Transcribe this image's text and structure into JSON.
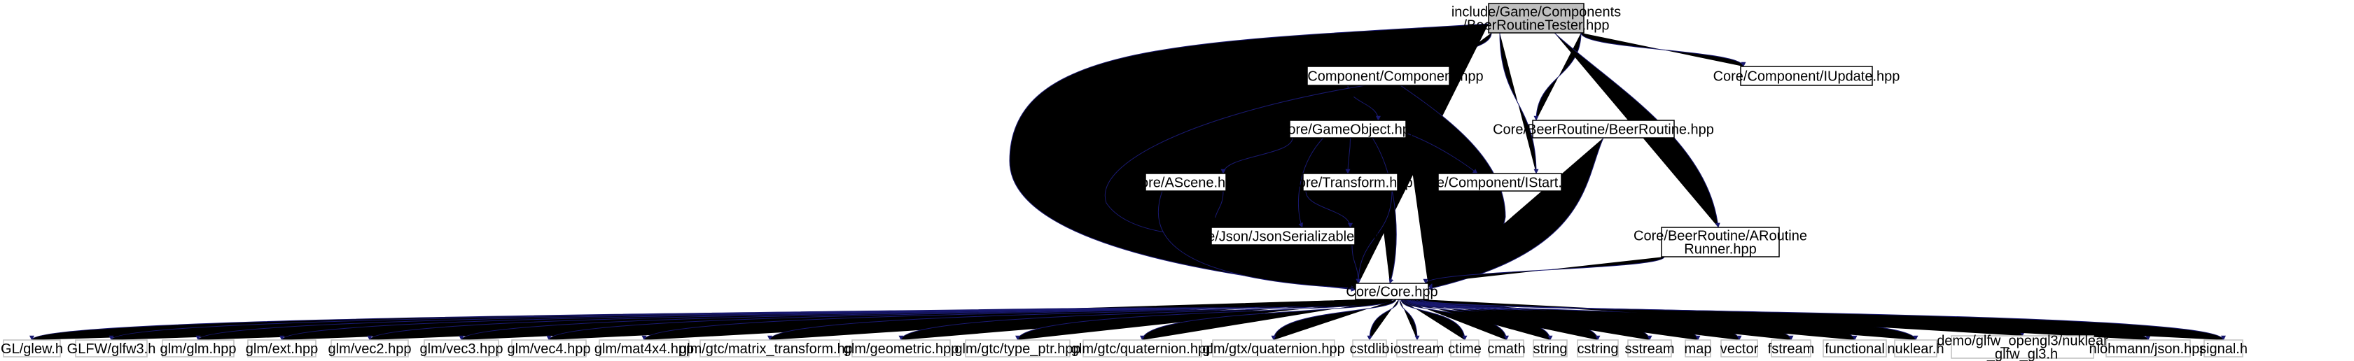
{
  "colors": {
    "edge": "#191970",
    "root_fill": "#bfbfbf",
    "node_fill": "#ffffff",
    "node_border": "#000000",
    "leaf_border": "#bfbfbf"
  },
  "nodes": [
    {
      "id": "root",
      "lines": [
        "include/Game/Components",
        "/BeerRoutineTester.hpp"
      ],
      "kind": "root"
    },
    {
      "id": "component",
      "lines": [
        "Core/Component/Component.hpp"
      ],
      "kind": "file"
    },
    {
      "id": "iupdate",
      "lines": [
        "Core/Component/IUpdate.hpp"
      ],
      "kind": "file"
    },
    {
      "id": "gameobject",
      "lines": [
        "Core/GameObject.hpp"
      ],
      "kind": "file"
    },
    {
      "id": "beerroutine",
      "lines": [
        "Core/BeerRoutine/BeerRoutine.hpp"
      ],
      "kind": "file"
    },
    {
      "id": "ascene",
      "lines": [
        "Core/AScene.hpp"
      ],
      "kind": "file"
    },
    {
      "id": "transform",
      "lines": [
        "Core/Transform.hpp"
      ],
      "kind": "file"
    },
    {
      "id": "istart",
      "lines": [
        "Core/Component/IStart.hpp"
      ],
      "kind": "file"
    },
    {
      "id": "jsonser",
      "lines": [
        "Core/Json/JsonSerializable.hpp"
      ],
      "kind": "file"
    },
    {
      "id": "aroutine",
      "lines": [
        "Core/BeerRoutine/ARoutine",
        "Runner.hpp"
      ],
      "kind": "file"
    },
    {
      "id": "core",
      "lines": [
        "Core/Core.hpp"
      ],
      "kind": "file"
    },
    {
      "id": "glew",
      "lines": [
        "GL/glew.h"
      ],
      "kind": "leaf"
    },
    {
      "id": "glfw",
      "lines": [
        "GLFW/glfw3.h"
      ],
      "kind": "leaf"
    },
    {
      "id": "glm",
      "lines": [
        "glm/glm.hpp"
      ],
      "kind": "leaf"
    },
    {
      "id": "ext",
      "lines": [
        "glm/ext.hpp"
      ],
      "kind": "leaf"
    },
    {
      "id": "vec2",
      "lines": [
        "glm/vec2.hpp"
      ],
      "kind": "leaf"
    },
    {
      "id": "vec3",
      "lines": [
        "glm/vec3.hpp"
      ],
      "kind": "leaf"
    },
    {
      "id": "vec4",
      "lines": [
        "glm/vec4.hpp"
      ],
      "kind": "leaf"
    },
    {
      "id": "mat4x4",
      "lines": [
        "glm/mat4x4.hpp"
      ],
      "kind": "leaf"
    },
    {
      "id": "mtrans",
      "lines": [
        "glm/gtc/matrix_transform.hpp"
      ],
      "kind": "leaf"
    },
    {
      "id": "geometric",
      "lines": [
        "glm/geometric.hpp"
      ],
      "kind": "leaf"
    },
    {
      "id": "typeptr",
      "lines": [
        "glm/gtc/type_ptr.hpp"
      ],
      "kind": "leaf"
    },
    {
      "id": "quatgtc",
      "lines": [
        "glm/gtc/quaternion.hpp"
      ],
      "kind": "leaf"
    },
    {
      "id": "quatgtx",
      "lines": [
        "glm/gtx/quaternion.hpp"
      ],
      "kind": "leaf"
    },
    {
      "id": "cstdlib",
      "lines": [
        "cstdlib"
      ],
      "kind": "leaf"
    },
    {
      "id": "iostream",
      "lines": [
        "iostream"
      ],
      "kind": "leaf"
    },
    {
      "id": "ctime",
      "lines": [
        "ctime"
      ],
      "kind": "leaf"
    },
    {
      "id": "cmath",
      "lines": [
        "cmath"
      ],
      "kind": "leaf"
    },
    {
      "id": "string",
      "lines": [
        "string"
      ],
      "kind": "leaf"
    },
    {
      "id": "cstring",
      "lines": [
        "cstring"
      ],
      "kind": "leaf"
    },
    {
      "id": "sstream",
      "lines": [
        "sstream"
      ],
      "kind": "leaf"
    },
    {
      "id": "map",
      "lines": [
        "map"
      ],
      "kind": "leaf"
    },
    {
      "id": "vector",
      "lines": [
        "vector"
      ],
      "kind": "leaf"
    },
    {
      "id": "fstream",
      "lines": [
        "fstream"
      ],
      "kind": "leaf"
    },
    {
      "id": "functional",
      "lines": [
        "functional"
      ],
      "kind": "leaf"
    },
    {
      "id": "nuklear",
      "lines": [
        "nuklear.h"
      ],
      "kind": "leaf"
    },
    {
      "id": "glfwgl3",
      "lines": [
        "demo/glfw_opengl3/nuklear",
        "_glfw_gl3.h"
      ],
      "kind": "leaf"
    },
    {
      "id": "json",
      "lines": [
        "nlohmann/json.hpp"
      ],
      "kind": "leaf"
    },
    {
      "id": "signal",
      "lines": [
        "signal.h"
      ],
      "kind": "leaf"
    }
  ],
  "edges": [
    [
      "root",
      "component"
    ],
    [
      "root",
      "iupdate"
    ],
    [
      "root",
      "beerroutine"
    ],
    [
      "root",
      "istart"
    ],
    [
      "root",
      "aroutine"
    ],
    [
      "root",
      "core"
    ],
    [
      "component",
      "gameobject"
    ],
    [
      "component",
      "jsonser"
    ],
    [
      "component",
      "core"
    ],
    [
      "gameobject",
      "ascene"
    ],
    [
      "gameobject",
      "transform"
    ],
    [
      "gameobject",
      "istart"
    ],
    [
      "gameobject",
      "jsonser"
    ],
    [
      "gameobject",
      "core"
    ],
    [
      "ascene",
      "jsonser"
    ],
    [
      "ascene",
      "core"
    ],
    [
      "transform",
      "jsonser"
    ],
    [
      "transform",
      "core"
    ],
    [
      "jsonser",
      "core"
    ],
    [
      "beerroutine",
      "core"
    ],
    [
      "aroutine",
      "core"
    ],
    [
      "core",
      "glew"
    ],
    [
      "core",
      "glfw"
    ],
    [
      "core",
      "glm"
    ],
    [
      "core",
      "ext"
    ],
    [
      "core",
      "vec2"
    ],
    [
      "core",
      "vec3"
    ],
    [
      "core",
      "vec4"
    ],
    [
      "core",
      "mat4x4"
    ],
    [
      "core",
      "mtrans"
    ],
    [
      "core",
      "geometric"
    ],
    [
      "core",
      "typeptr"
    ],
    [
      "core",
      "quatgtc"
    ],
    [
      "core",
      "quatgtx"
    ],
    [
      "core",
      "cstdlib"
    ],
    [
      "core",
      "iostream"
    ],
    [
      "core",
      "ctime"
    ],
    [
      "core",
      "cmath"
    ],
    [
      "core",
      "string"
    ],
    [
      "core",
      "cstring"
    ],
    [
      "core",
      "sstream"
    ],
    [
      "core",
      "map"
    ],
    [
      "core",
      "vector"
    ],
    [
      "core",
      "fstream"
    ],
    [
      "core",
      "functional"
    ],
    [
      "core",
      "nuklear"
    ],
    [
      "core",
      "glfwgl3"
    ],
    [
      "core",
      "json"
    ],
    [
      "core",
      "signal"
    ]
  ]
}
